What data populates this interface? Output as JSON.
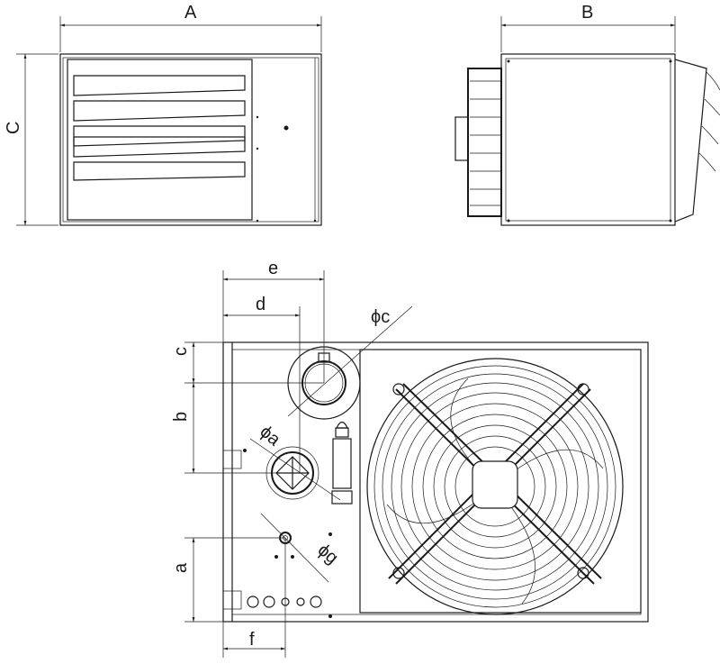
{
  "diagram": {
    "front_view": {
      "width_label": "A",
      "height_label": "C"
    },
    "side_view": {
      "depth_label": "B"
    },
    "rear_view": {
      "labels": {
        "e": "e",
        "d": "d",
        "c": "c",
        "b": "b",
        "a": "a",
        "f": "f",
        "phi_c": "ϕc",
        "phi_a": "ϕa",
        "phi_g": "ϕg"
      }
    },
    "colors": {
      "line": "#1a1a1a",
      "background": "#ffffff"
    }
  }
}
